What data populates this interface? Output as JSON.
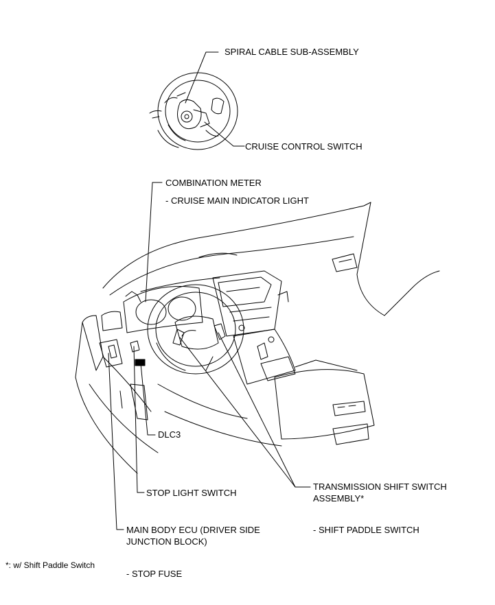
{
  "labels": {
    "spiral_cable": "SPIRAL CABLE SUB-ASSEMBLY",
    "cruise_control_switch": "CRUISE CONTROL SWITCH",
    "combination_meter": "COMBINATION METER",
    "cruise_main_indicator": "- CRUISE MAIN INDICATOR LIGHT",
    "dlc3": "DLC3",
    "stop_light_switch": "STOP LIGHT SWITCH",
    "transmission_line1": "TRANSMISSION SHIFT SWITCH",
    "transmission_line2": "ASSEMBLY*",
    "shift_paddle_switch": "- SHIFT PADDLE SWITCH",
    "main_body_ecu_line1": "MAIN BODY ECU (DRIVER SIDE",
    "main_body_ecu_line2": "JUNCTION BLOCK)",
    "stop_fuse": "- STOP FUSE",
    "footnote": "*: w/ Shift Paddle Switch"
  },
  "colors": {
    "line": "#000000",
    "background": "#ffffff"
  }
}
